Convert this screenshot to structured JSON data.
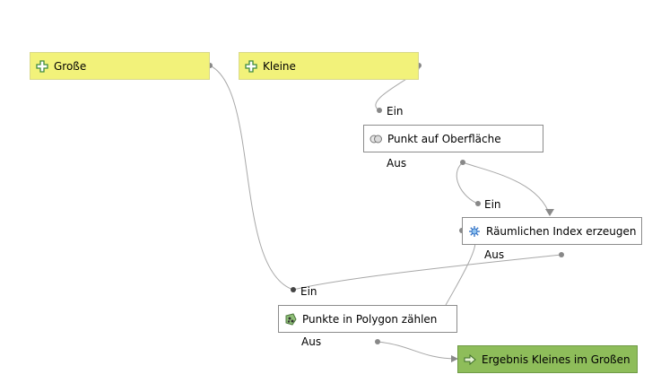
{
  "inputs": [
    {
      "label": "Große",
      "icon": "add-input-icon"
    },
    {
      "label": "Kleine",
      "icon": "add-input-icon"
    }
  ],
  "algorithms": [
    {
      "label": "Punkt auf Oberfläche",
      "icon": "point-on-surface-icon",
      "in_label": "Ein",
      "out_label": "Aus"
    },
    {
      "label": "Räumlichen Index erzeugen",
      "icon": "spatial-index-icon",
      "in_label": "Ein",
      "out_label": "Aus"
    },
    {
      "label": "Punkte in Polygon zählen",
      "icon": "count-points-icon",
      "in_label": "Ein",
      "out_label": "Aus"
    }
  ],
  "outputs": [
    {
      "label": "Ergebnis Kleines im Großen",
      "icon": "output-arrow-icon"
    }
  ],
  "colors": {
    "input_fill": "#f2f27a",
    "algorithm_fill": "#ffffff",
    "output_fill": "#8ebd5a",
    "wire": "#a0a0a0"
  }
}
